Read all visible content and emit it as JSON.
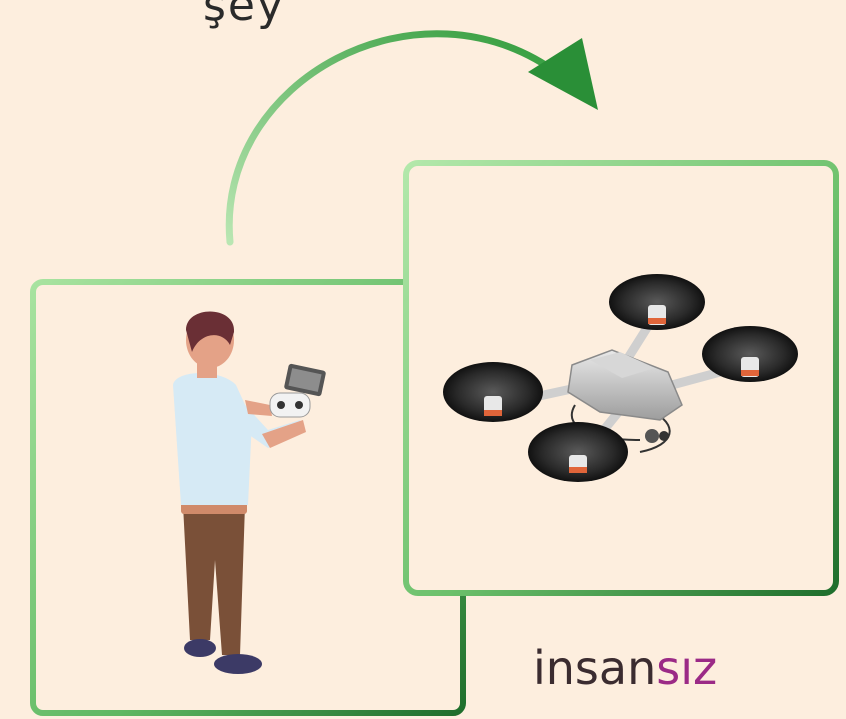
{
  "top_text": "şey",
  "caption": {
    "plain": "insan",
    "accent": "sız"
  },
  "colors": {
    "background": "#fdeede",
    "frame_light": "#9fdc9a",
    "frame_dark": "#2f8a3a",
    "arrow": "#2e9a3c",
    "caption_plain": "#3b2c30",
    "caption_accent": "#9b2a86"
  },
  "icons": [
    "curved-arrow-icon",
    "person-with-controller-icon",
    "quadcopter-drone-icon"
  ]
}
